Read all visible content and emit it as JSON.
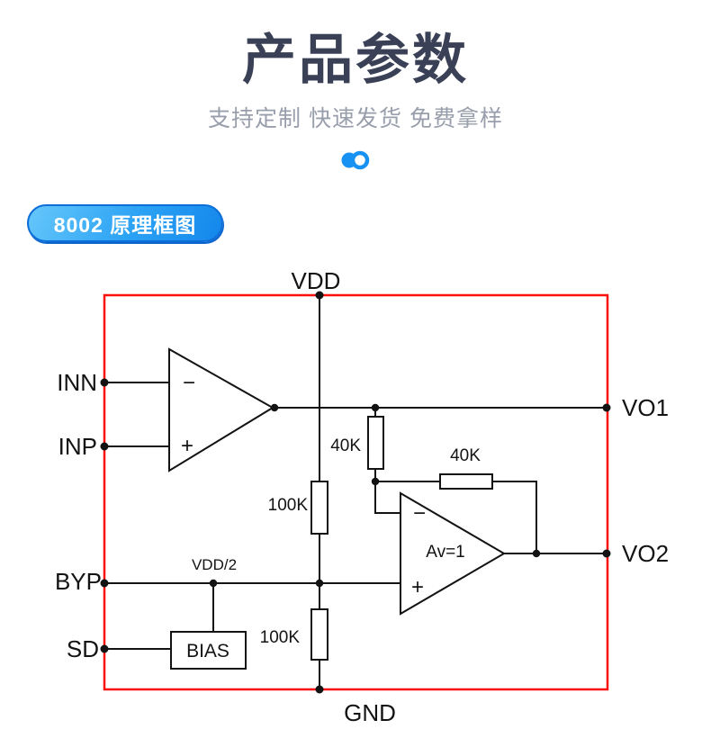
{
  "header": {
    "title": "产品参数",
    "subtitle": "支持定制 快速发货 免费拿样"
  },
  "section": {
    "badge_label": "8002 原理框图"
  },
  "diagram": {
    "rails": {
      "vdd": "VDD",
      "gnd": "GND"
    },
    "pins": {
      "inn": "INN",
      "inp": "INP",
      "byp": "BYP",
      "sd": "SD",
      "vo1": "VO1",
      "vo2": "VO2"
    },
    "resistors": {
      "r40k_vertical": "40K",
      "r40k_feedback": "40K",
      "r100k_upper": "100K",
      "r100k_lower": "100K"
    },
    "labels": {
      "vdd_half": "VDD/2",
      "gain": "Av=1",
      "bias": "BIAS",
      "minus": "−",
      "plus": "+"
    }
  },
  "colors": {
    "title_text": "#3a4156",
    "subtitle_text": "#989eab",
    "accent_blue": "#1791f2",
    "badge_gradient_start": "#66c7fa",
    "badge_gradient_end": "#1486ec",
    "badge_border": "#0d6ed8",
    "frame_red": "#fa0f0a",
    "wire_black": "#131313"
  }
}
